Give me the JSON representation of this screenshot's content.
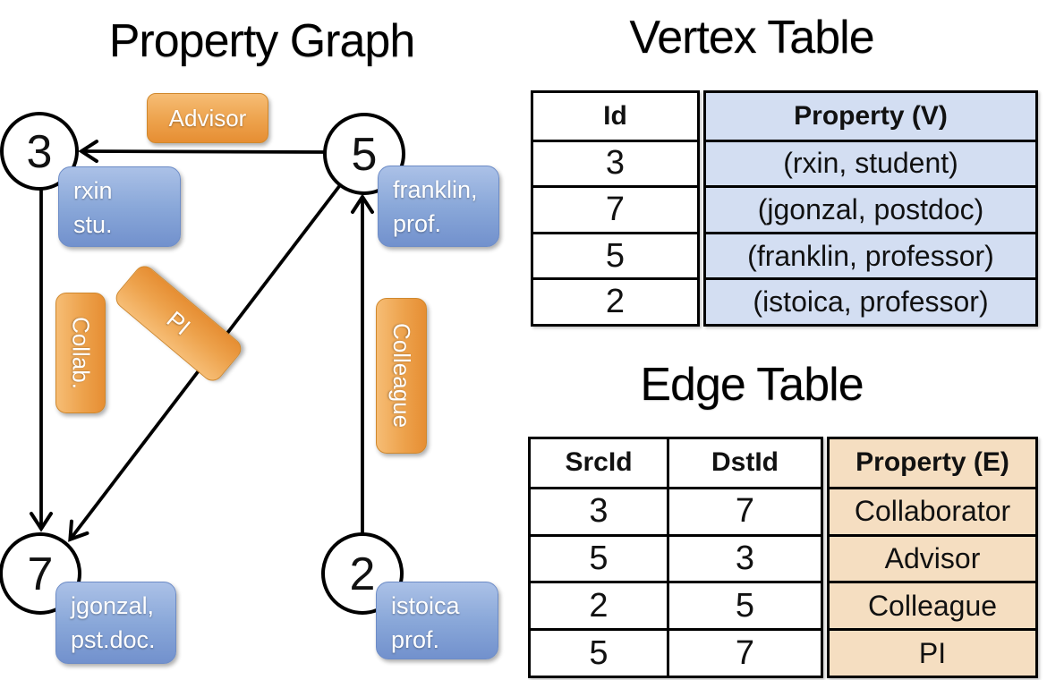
{
  "graph": {
    "title": "Property Graph",
    "nodes": [
      {
        "id": "3",
        "prop_line1": "rxin",
        "prop_line2": "stu."
      },
      {
        "id": "5",
        "prop_line1": "franklin,",
        "prop_line2": "prof."
      },
      {
        "id": "7",
        "prop_line1": "jgonzal,",
        "prop_line2": "pst.doc."
      },
      {
        "id": "2",
        "prop_line1": "istoica",
        "prop_line2": "prof."
      }
    ],
    "edges": [
      {
        "label": "Advisor",
        "src": "5",
        "dst": "3"
      },
      {
        "label": "Collab.",
        "src": "3",
        "dst": "7"
      },
      {
        "label": "PI",
        "src": "5",
        "dst": "7"
      },
      {
        "label": "Colleague",
        "src": "2",
        "dst": "5"
      }
    ]
  },
  "vertex_table": {
    "title": "Vertex Table",
    "headers": {
      "id": "Id",
      "property": "Property (V)"
    },
    "rows": [
      {
        "id": "3",
        "property": "(rxin, student)"
      },
      {
        "id": "7",
        "property": "(jgonzal, postdoc)"
      },
      {
        "id": "5",
        "property": "(franklin, professor)"
      },
      {
        "id": "2",
        "property": "(istoica, professor)"
      }
    ]
  },
  "edge_table": {
    "title": "Edge Table",
    "headers": {
      "src": "SrcId",
      "dst": "DstId",
      "property": "Property (E)"
    },
    "rows": [
      {
        "src": "3",
        "dst": "7",
        "property": "Collaborator"
      },
      {
        "src": "5",
        "dst": "3",
        "property": "Advisor"
      },
      {
        "src": "2",
        "dst": "5",
        "property": "Colleague"
      },
      {
        "src": "5",
        "dst": "7",
        "property": "PI"
      }
    ]
  },
  "colors": {
    "edge_label_orange": "#eda24c",
    "vertex_label_blue": "#8aa8d9",
    "vertex_table_fill": "#d3def2",
    "edge_table_fill": "#f5dec1",
    "line_black": "#000000"
  }
}
